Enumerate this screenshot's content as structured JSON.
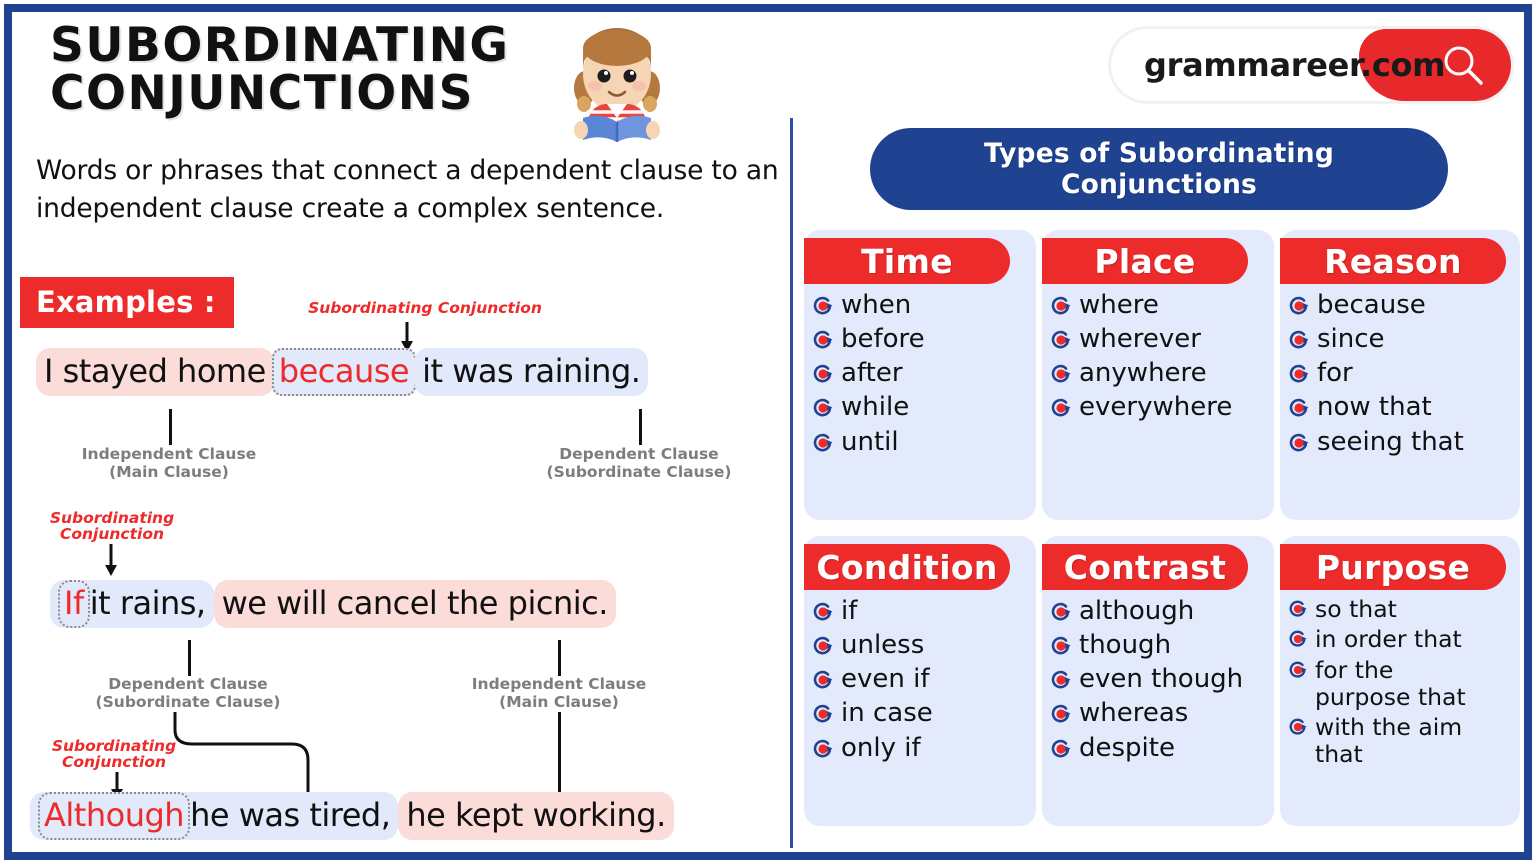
{
  "theme": {
    "frame_blue": "#1f4391",
    "accent_red": "#ee2b2b",
    "card_blue": "#e3eafb",
    "highlight_pink": "#fbdcd9",
    "highlight_blue": "#e1e9fa"
  },
  "left": {
    "title_line1": "SUBORDINATING",
    "title_line2": "CONJUNCTIONS",
    "subtitle": "Words or phrases that connect a dependent clause to an independent clause create a complex sentence.",
    "examples_badge": "Examples :",
    "sc_label": "Subordinating Conjunction",
    "sc_label_line1": "Subordinating",
    "sc_label_line2": "Conjunction",
    "label_independent_l1": "Independent Clause",
    "label_independent_l2": "(Main Clause)",
    "label_dependent_l1": "Dependent Clause",
    "label_dependent_l2": "(Subordinate Clause)",
    "examples": [
      {
        "part1": "I stayed home",
        "conjunction": "because",
        "part2": "it was raining.",
        "part1_type": "independent",
        "part2_type": "dependent"
      },
      {
        "part1": "",
        "conjunction": "If",
        "part2": "it rains,",
        "part3": "we will cancel the picnic.",
        "part1_type": "dependent",
        "part2_type": "independent"
      },
      {
        "part1": "",
        "conjunction": "Although",
        "part2": "he was tired,",
        "part3": "he kept working.",
        "part1_type": "dependent",
        "part2_type": "independent"
      }
    ]
  },
  "right": {
    "logo_text": "grammareer.com",
    "logo_icon": "search-icon",
    "banner_line1": "Types of Subordinating",
    "banner_line2": "Conjunctions",
    "bullet_icon": "circular-arrow-icon",
    "cards": [
      {
        "title": "Time",
        "items": [
          "when",
          "before",
          "after",
          "while",
          "until"
        ]
      },
      {
        "title": "Place",
        "items": [
          "where",
          "wherever",
          "anywhere",
          "everywhere"
        ]
      },
      {
        "title": "Reason",
        "items": [
          "because",
          "since",
          "for",
          "now that",
          "seeing that"
        ]
      },
      {
        "title": "Condition",
        "items": [
          "if",
          "unless",
          "even if",
          "in case",
          "only if"
        ]
      },
      {
        "title": "Contrast",
        "items": [
          "although",
          "though",
          "even though",
          "whereas",
          "despite"
        ]
      },
      {
        "title": "Purpose",
        "items": [
          "so that",
          "in order that",
          "for the purpose that",
          "with the aim that"
        ]
      }
    ]
  }
}
